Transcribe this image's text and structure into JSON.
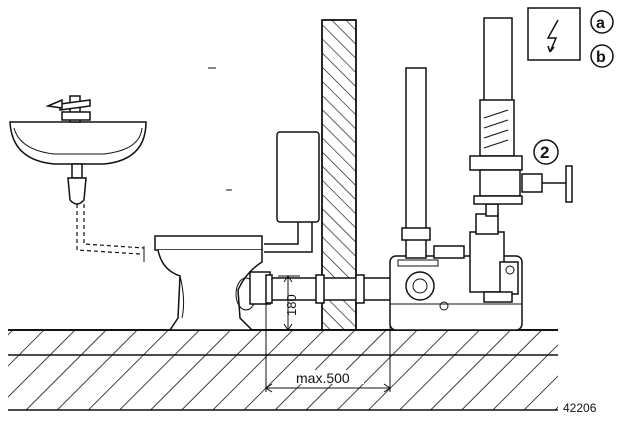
{
  "labels": {
    "a": "a",
    "b": "b",
    "item2": "2",
    "dim_height": "180",
    "dim_length": "max.500",
    "drawing_number": "42206"
  },
  "icons": {
    "electric": "lightning-bolt-icon"
  },
  "colors": {
    "line": "#111111",
    "background": "#ffffff"
  }
}
